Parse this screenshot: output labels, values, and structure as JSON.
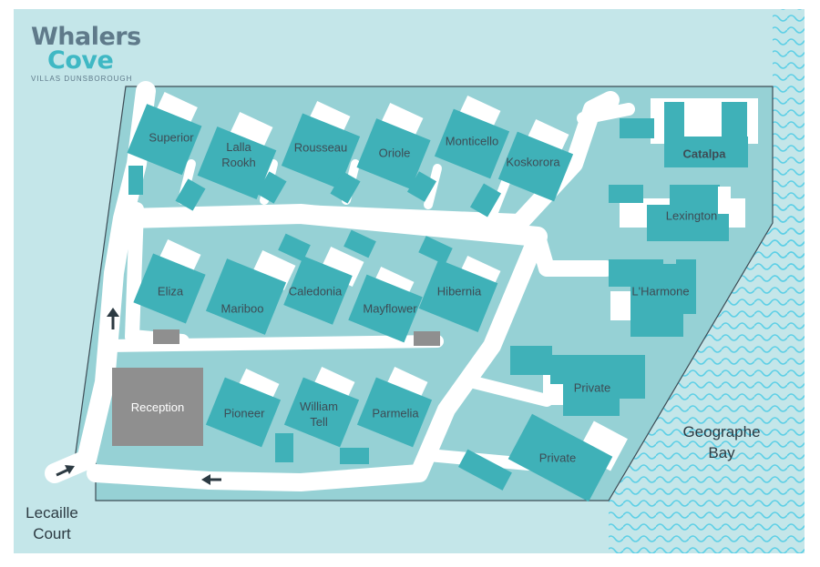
{
  "logo": {
    "line1": "Whalers",
    "line2": "Cove",
    "tagline": "VILLAS DUNSBOROUGH"
  },
  "villas": {
    "superior": "Superior",
    "lalla_rookh": [
      "Lalla",
      "Rookh"
    ],
    "rousseau": "Rousseau",
    "oriole": "Oriole",
    "monticello": "Monticello",
    "koskorora": "Koskorora",
    "catalpa": "Catalpa",
    "lexington": "Lexington",
    "eliza": "Eliza",
    "mariboo": "Mariboo",
    "caledonia": "Caledonia",
    "mayflower": "Mayflower",
    "hibernia": "Hibernia",
    "lharmone": "L'Harmone",
    "pioneer": "Pioneer",
    "william_tell": [
      "William",
      "Tell"
    ],
    "parmelia": "Parmelia",
    "private_upper": "Private",
    "private_lower": "Private"
  },
  "reception": "Reception",
  "places": {
    "bay": [
      "Geographe",
      "Bay"
    ],
    "court": [
      "Lecaille",
      "Court"
    ]
  },
  "colors": {
    "villa": "#3fb1b8",
    "ground": "#96d1d5",
    "background": "#c4e6e9",
    "road": "#ffffff",
    "reception": "#8f8f8f",
    "water_line": "#5ccfe6"
  },
  "icons": [
    "arrow-up-icon",
    "arrow-left-icon",
    "arrow-entry-icon"
  ]
}
